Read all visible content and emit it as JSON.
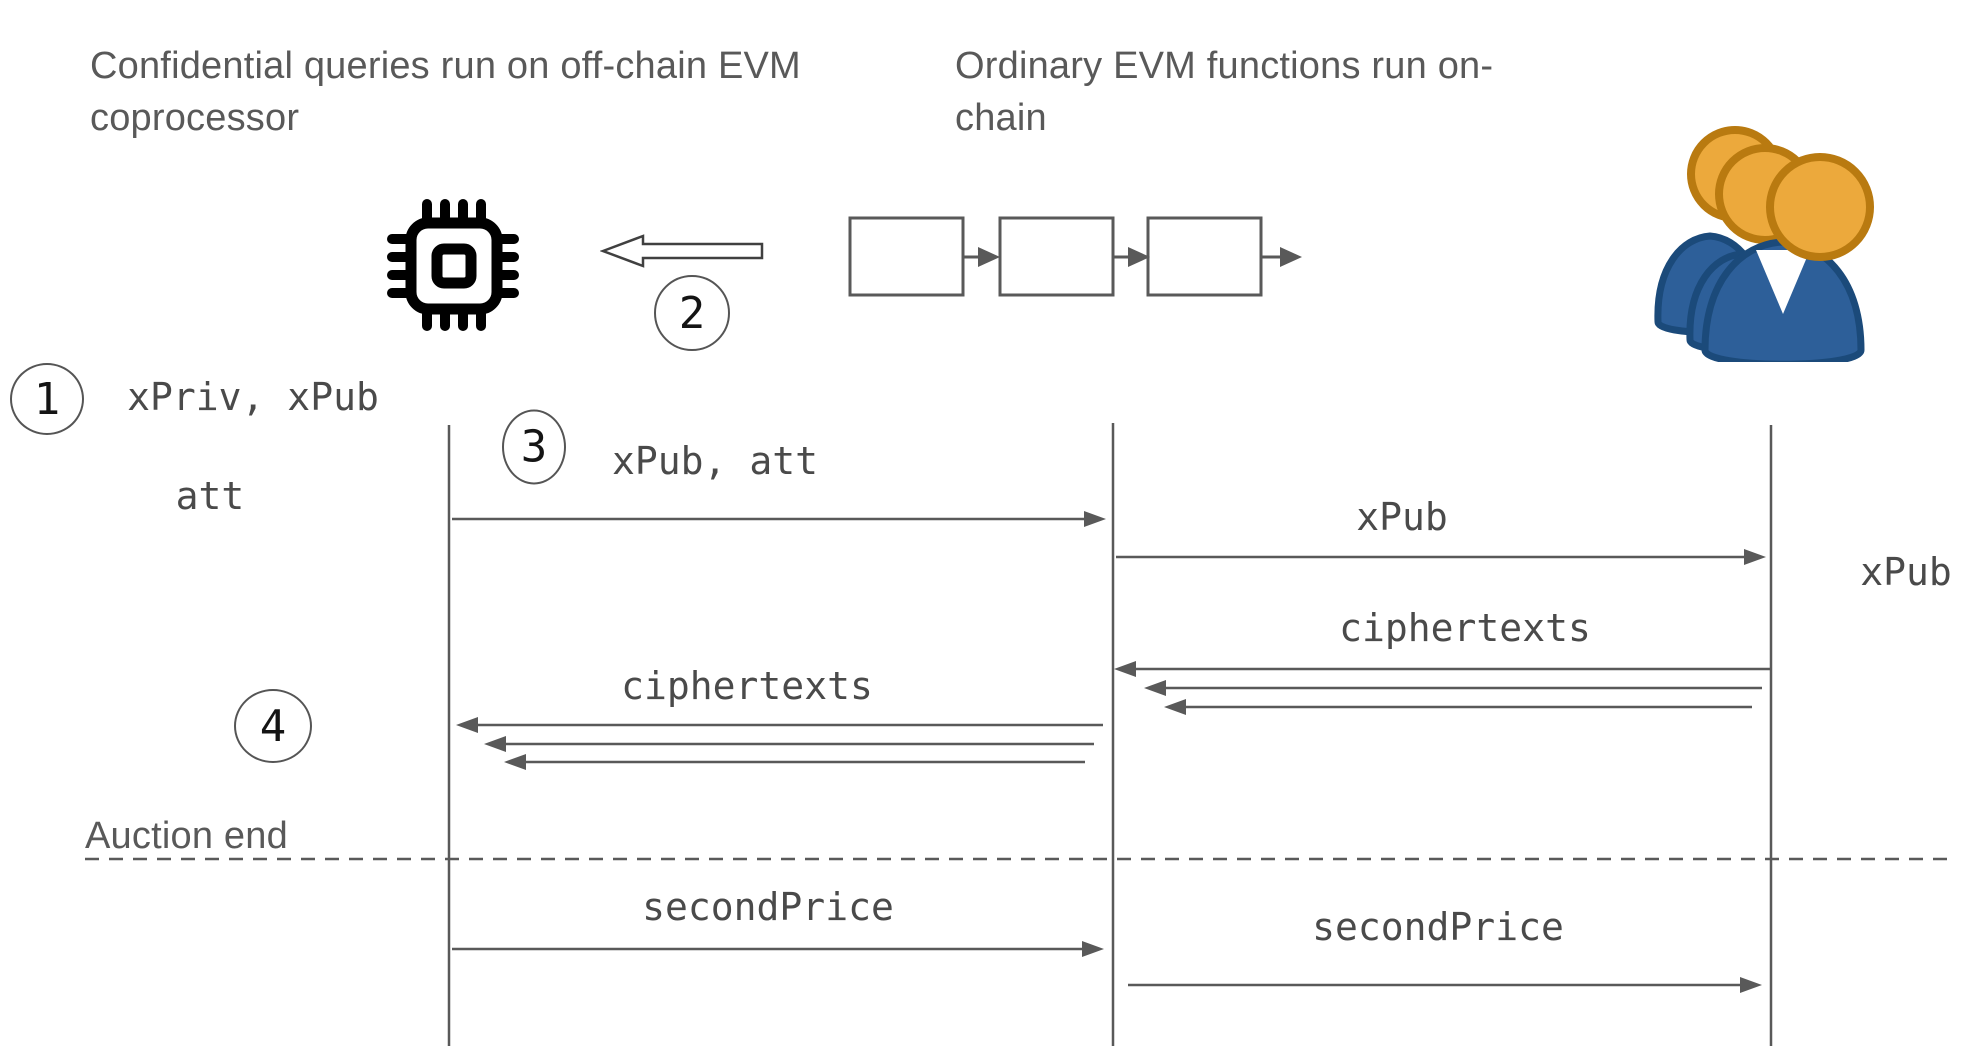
{
  "diagram": {
    "headings": {
      "offchain": "Confidential queries run on off-chain EVM coprocessor",
      "onchain": "Ordinary EVM functions run on-chain"
    },
    "step_badges": [
      {
        "n": "1"
      },
      {
        "n": "2"
      },
      {
        "n": "3"
      },
      {
        "n": "4"
      }
    ],
    "labels": {
      "client_keys": "xPriv, xPub",
      "attestation": "att",
      "msg_xpub_att": "xPub, att",
      "msg_xpub_onchain": "xPub",
      "msg_xpub_users": "xPub",
      "msg_ciphertexts_users": "ciphertexts",
      "msg_ciphertexts_chain": "ciphertexts",
      "phase_divider": "Auction end",
      "msg_second_price_left": "secondPrice",
      "msg_second_price_right": "secondPrice"
    },
    "icons": {
      "coprocessor": "cpu-chip-icon",
      "fetch_arrow": "hollow-left-arrow-icon",
      "blockchain": "blockchain-blocks-icon",
      "bidders": "users-group-icon"
    },
    "colors": {
      "line": "#595959",
      "heading_text": "#595959",
      "mono_text": "#4a4a4a",
      "chip": "#000000",
      "users_body": "#2d5f99",
      "users_body_edge": "#1b4a7a",
      "users_head": "#eca93c",
      "users_head_edge": "#b97a10"
    }
  }
}
